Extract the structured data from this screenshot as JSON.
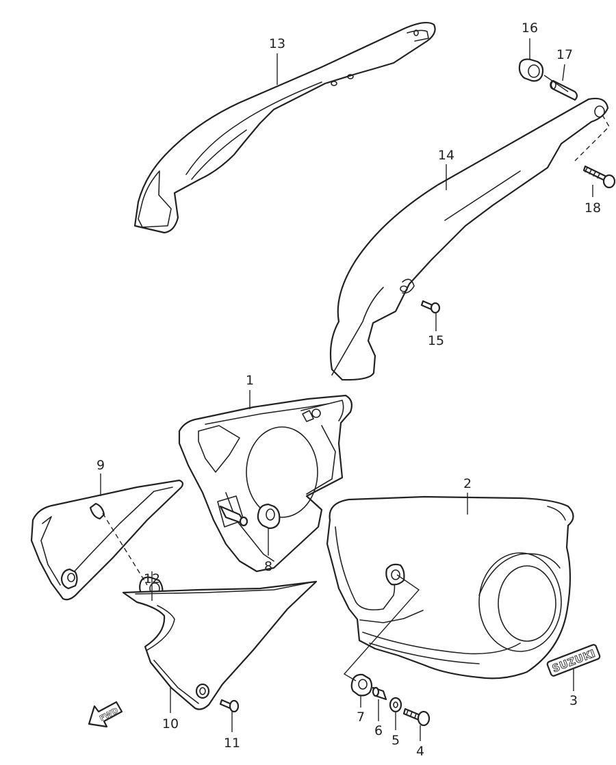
{
  "diagram": {
    "brand_emblem": "SUZUKI",
    "direction_marker": "FWD",
    "callouts": [
      "1",
      "2",
      "3",
      "4",
      "5",
      "6",
      "7",
      "8",
      "9",
      "10",
      "11",
      "12",
      "13",
      "14",
      "15",
      "16",
      "17",
      "18"
    ]
  }
}
